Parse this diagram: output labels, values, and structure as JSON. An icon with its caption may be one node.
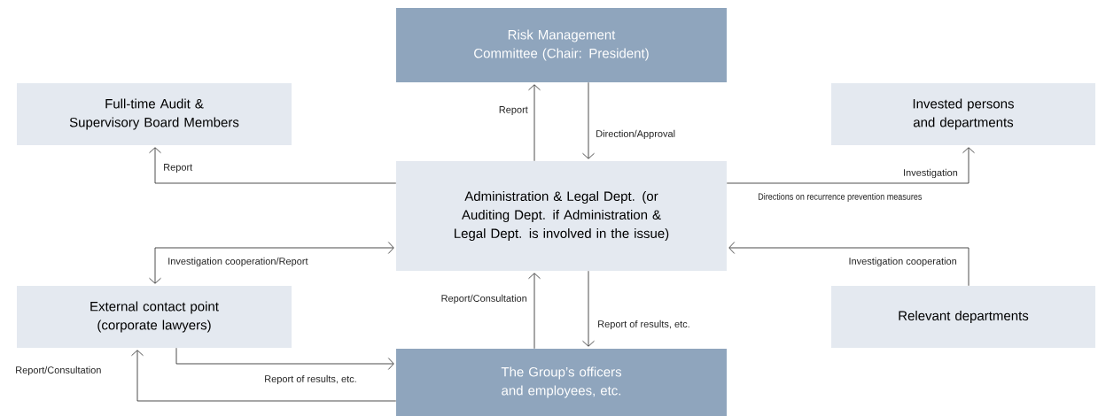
{
  "diagram": {
    "nodes": [
      {
        "text": [
          "Risk Management Committee (Chair: President)"
        ]
      },
      {
        "text": [
          "Full-time Audit & Supervisory Board Members"
        ]
      },
      {
        "text": [
          "Invested persons and departments"
        ]
      },
      {
        "text": [
          "Administration & Legal Dept. (or Auditing Dept. if Administration & Legal Dept. is involved in the issue)"
        ]
      },
      {
        "text": [
          "External contact point (corporate lawyers)"
        ]
      },
      {
        "text": [
          "Relevant departments"
        ]
      },
      {
        "text": [
          "The Group’s officers and employees, etc."
        ]
      }
    ],
    "edges": [
      {
        "from": 3,
        "to": 0,
        "arrow": "to",
        "label": "Report"
      },
      {
        "from": 0,
        "to": 3,
        "arrow": "to",
        "label": "Direction/Approval"
      },
      {
        "from": 3,
        "to": 1,
        "arrow": "to",
        "label": "Report"
      },
      {
        "from": 3,
        "to": 2,
        "arrow": "to",
        "label": "Investigation"
      },
      {
        "from": 4,
        "to": 3,
        "arrow": "both",
        "label": "Investigation cooperation/Report"
      },
      {
        "from": 5,
        "to": 3,
        "arrow": "to",
        "label": "Investigation cooperation"
      },
      {
        "from": 6,
        "to": 3,
        "arrow": "to",
        "label": "Report/Consultation"
      },
      {
        "from": 3,
        "to": 6,
        "arrow": "to",
        "label": "Report of results, etc."
      },
      {
        "from": 4,
        "to": 6,
        "arrow": "to",
        "label": "Report of results, etc."
      },
      {
        "from": 6,
        "to": 4,
        "arrow": "to",
        "label": "Report/Consultation"
      }
    ],
    "labels": [
      "Directions on recurrence prevention measures"
    ]
  }
}
